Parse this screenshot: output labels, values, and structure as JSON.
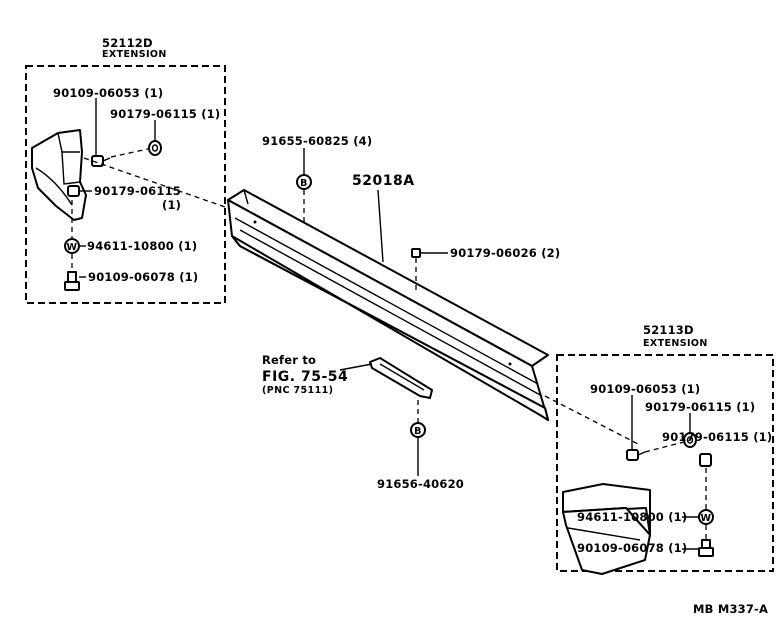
{
  "left_group": {
    "part_no": "52112D",
    "name": "EXTENSION",
    "labels": {
      "screw_a": "90109-06053 (1)",
      "nut_a": "90179-06115 (1)",
      "nut_b": "90179-06115",
      "nut_b_qty": "(1)",
      "washer": "94611-10800 (1)",
      "bolt": "90109-06078 (1)"
    }
  },
  "right_group": {
    "part_no": "52113D",
    "name": "EXTENSION",
    "labels": {
      "screw_a": "90109-06053 (1)",
      "nut_a": "90179-06115 (1)",
      "nut_b": "90179-06115 (1)",
      "washer": "94611-10800 (1)",
      "bolt": "90109-06078 (1)"
    }
  },
  "main": {
    "bumper_part_no": "52018A",
    "clip_top": "91655-60825 (4)",
    "nut_center": "90179-06026 (2)",
    "clip_bottom": "91656-40620",
    "refer_line1": "Refer to",
    "refer_line2": "FIG. 75-54",
    "refer_line3": "(PNC 75111)"
  },
  "glyphs": {
    "clip_letter": "B",
    "washer_letter": "W"
  },
  "footer": {
    "code": "MB  M337-A"
  }
}
